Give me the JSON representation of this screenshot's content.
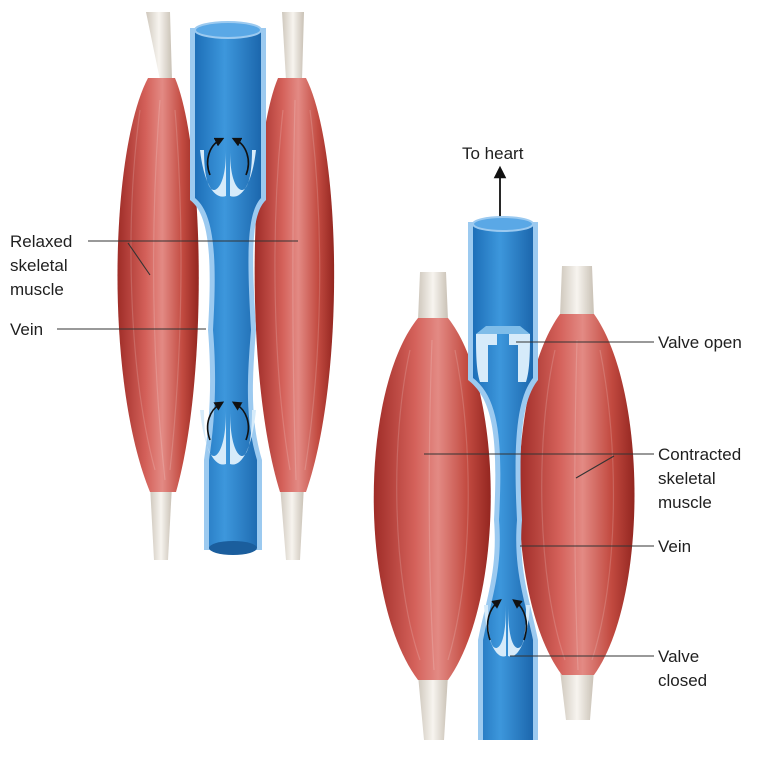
{
  "colors": {
    "muscle": "#c64b41",
    "muscle_dark": "#9f2c27",
    "tendon": "#ece7df",
    "vein": "#2e86d0",
    "vein_edge": "#9ccaf0",
    "valve": "#d6ebfa",
    "text": "#1f1f1f"
  },
  "left_panel": {
    "labels": {
      "relaxed_line1": "Relaxed",
      "relaxed_line2": "skeletal",
      "relaxed_line3": "muscle",
      "vein": "Vein"
    }
  },
  "right_panel": {
    "labels": {
      "to_heart": "To heart",
      "valve_open": "Valve open",
      "contracted_line1": "Contracted",
      "contracted_line2": "skeletal",
      "contracted_line3": "muscle",
      "vein": "Vein",
      "valve_closed_line1": "Valve",
      "valve_closed_line2": "closed"
    }
  }
}
